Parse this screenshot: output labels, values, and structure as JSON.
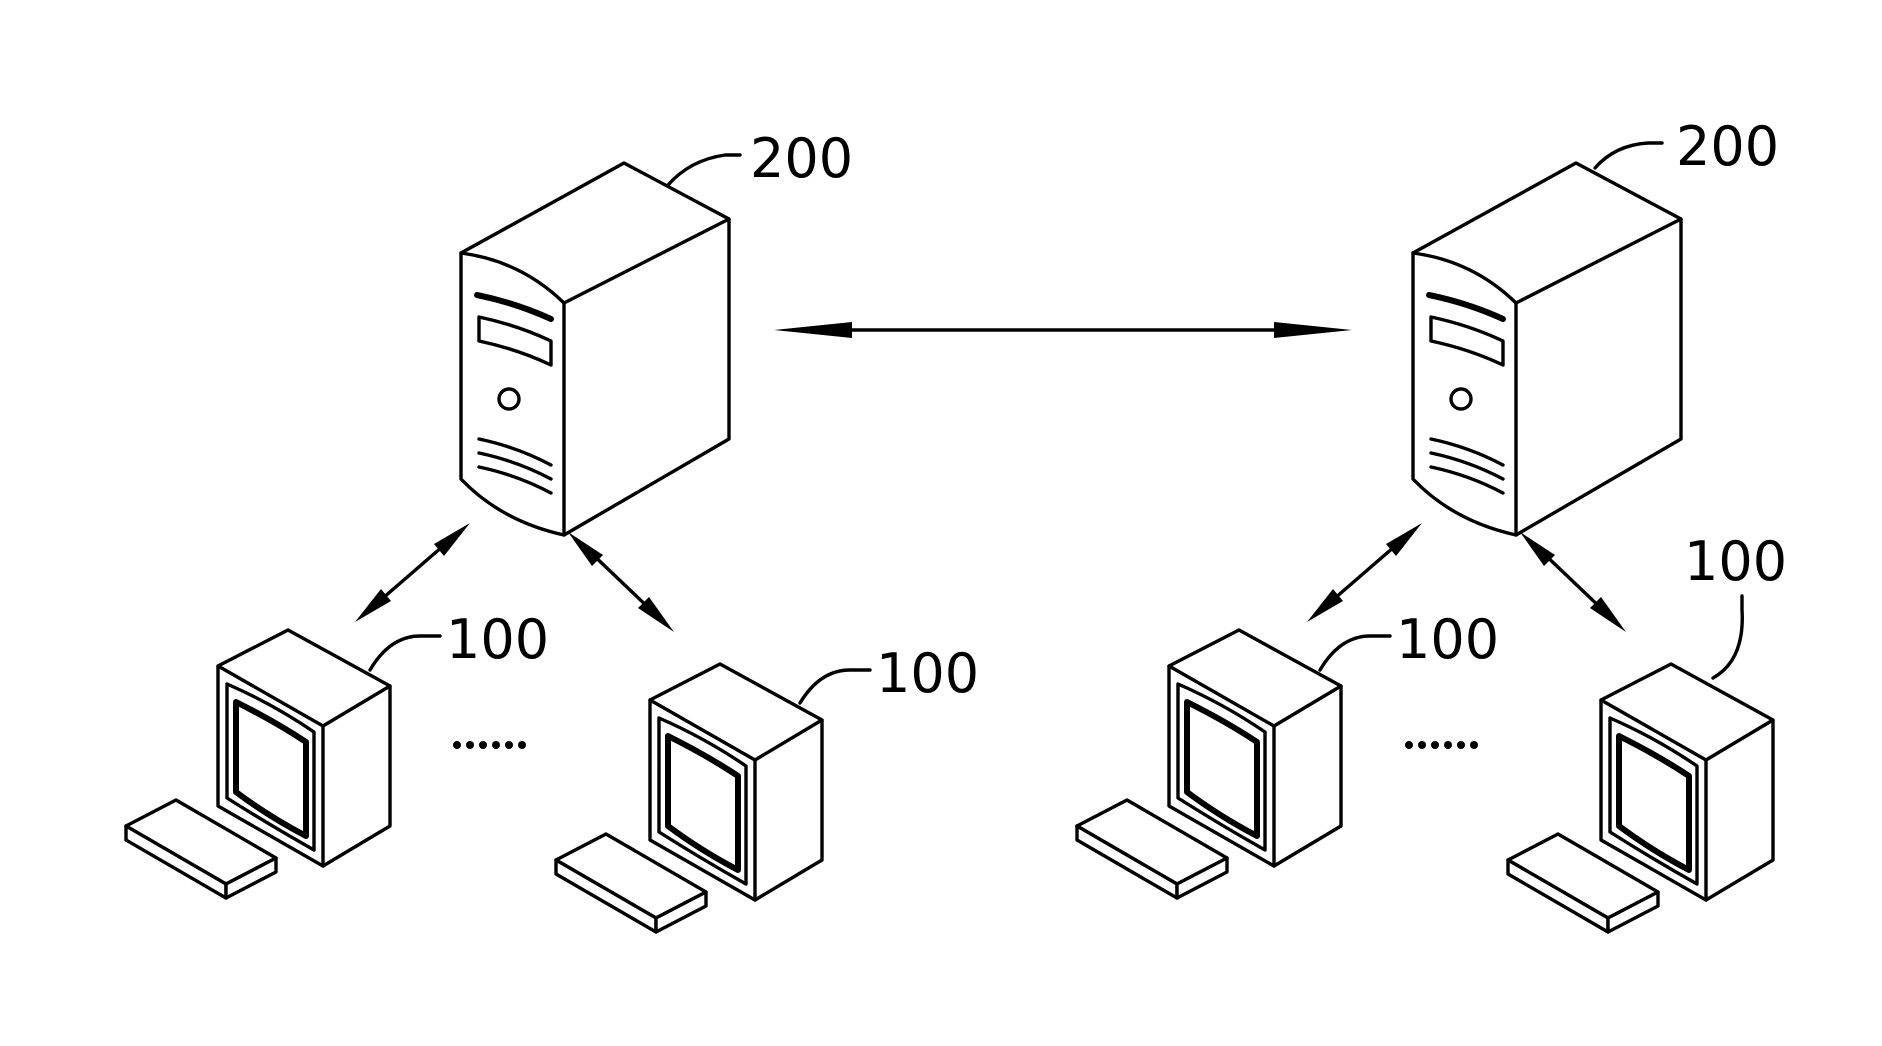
{
  "diagram": {
    "labels": {
      "server_left": "200",
      "server_right": "200",
      "client_left_a": "100",
      "client_left_b": "100",
      "client_right_a": "100",
      "client_right_b": "100"
    }
  }
}
